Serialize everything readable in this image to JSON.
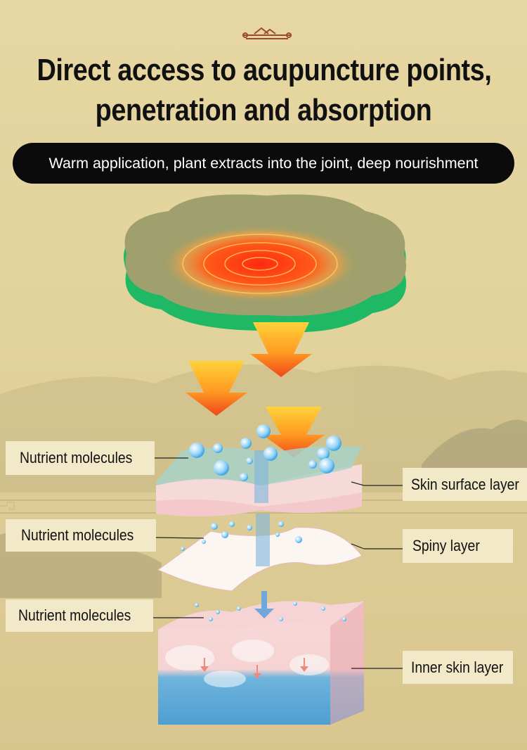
{
  "header": {
    "title_line1": "Direct access to acupuncture points,",
    "title_line2": "penetration and absorption",
    "subtitle": "Warm application, plant extracts into the joint, deep nourishment"
  },
  "labels": {
    "nutrient_1": "Nutrient molecules",
    "nutrient_2": "Nutrient molecules",
    "nutrient_3": "Nutrient molecules",
    "skin_surface": "Skin surface layer",
    "spiny": "Spiny layer",
    "inner_skin": "Inner skin layer"
  },
  "colors": {
    "background": "#e4d49f",
    "pill": "#0b0b0b",
    "label_box": "#f1e9c8",
    "heat": "#ff3a1a",
    "patch_green": "#1fb865"
  }
}
